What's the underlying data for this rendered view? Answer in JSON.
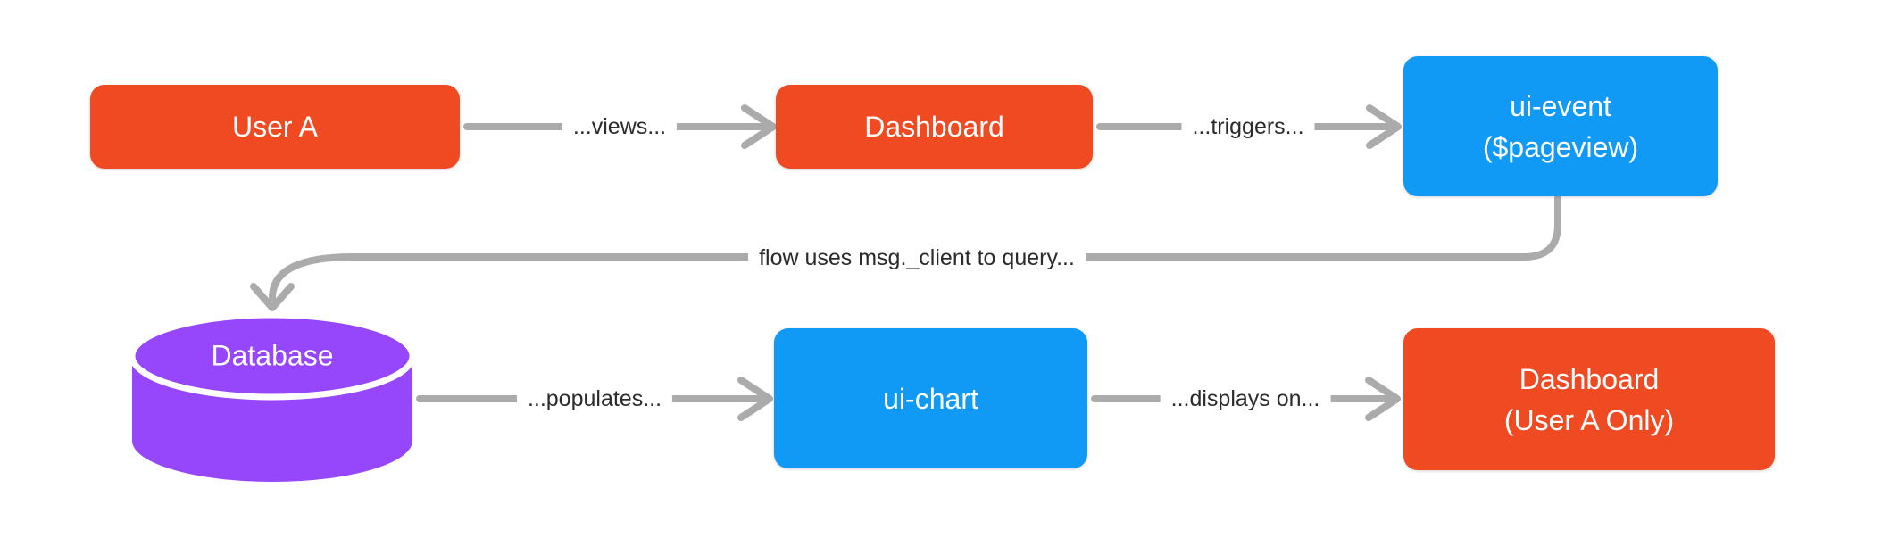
{
  "diagram": {
    "nodes": [
      {
        "id": "user-a",
        "shape": "rect",
        "color": "#F04A23",
        "label": "User A"
      },
      {
        "id": "dashboard",
        "shape": "rect",
        "color": "#F04A23",
        "label": "Dashboard"
      },
      {
        "id": "ui-event",
        "shape": "rect",
        "color": "#1199F6",
        "label_line1": "ui-event",
        "label_line2": "($pageview)"
      },
      {
        "id": "database",
        "shape": "cylinder",
        "color": "#9747FB",
        "label": "Database"
      },
      {
        "id": "ui-chart",
        "shape": "rect",
        "color": "#1199F6",
        "label": "ui-chart"
      },
      {
        "id": "dashboard-user-a",
        "shape": "rect",
        "color": "#F04A23",
        "label_line1": "Dashboard",
        "label_line2": "(User A Only)"
      }
    ],
    "edges": [
      {
        "from": "user-a",
        "to": "dashboard",
        "label": "...views..."
      },
      {
        "from": "dashboard",
        "to": "ui-event",
        "label": "...triggers..."
      },
      {
        "from": "ui-event",
        "to": "database",
        "label": "flow uses msg._client to query..."
      },
      {
        "from": "database",
        "to": "ui-chart",
        "label": "...populates..."
      },
      {
        "from": "ui-chart",
        "to": "dashboard-user-a",
        "label": "...displays on..."
      }
    ],
    "colors": {
      "node_orange": "#F04A23",
      "node_blue": "#1199F6",
      "node_purple": "#9747FB",
      "connector_gray": "#ABABAB",
      "edge_label_text": "#2B2B2B",
      "node_text": "#FFFFFF",
      "background": "#FFFFFF"
    }
  }
}
